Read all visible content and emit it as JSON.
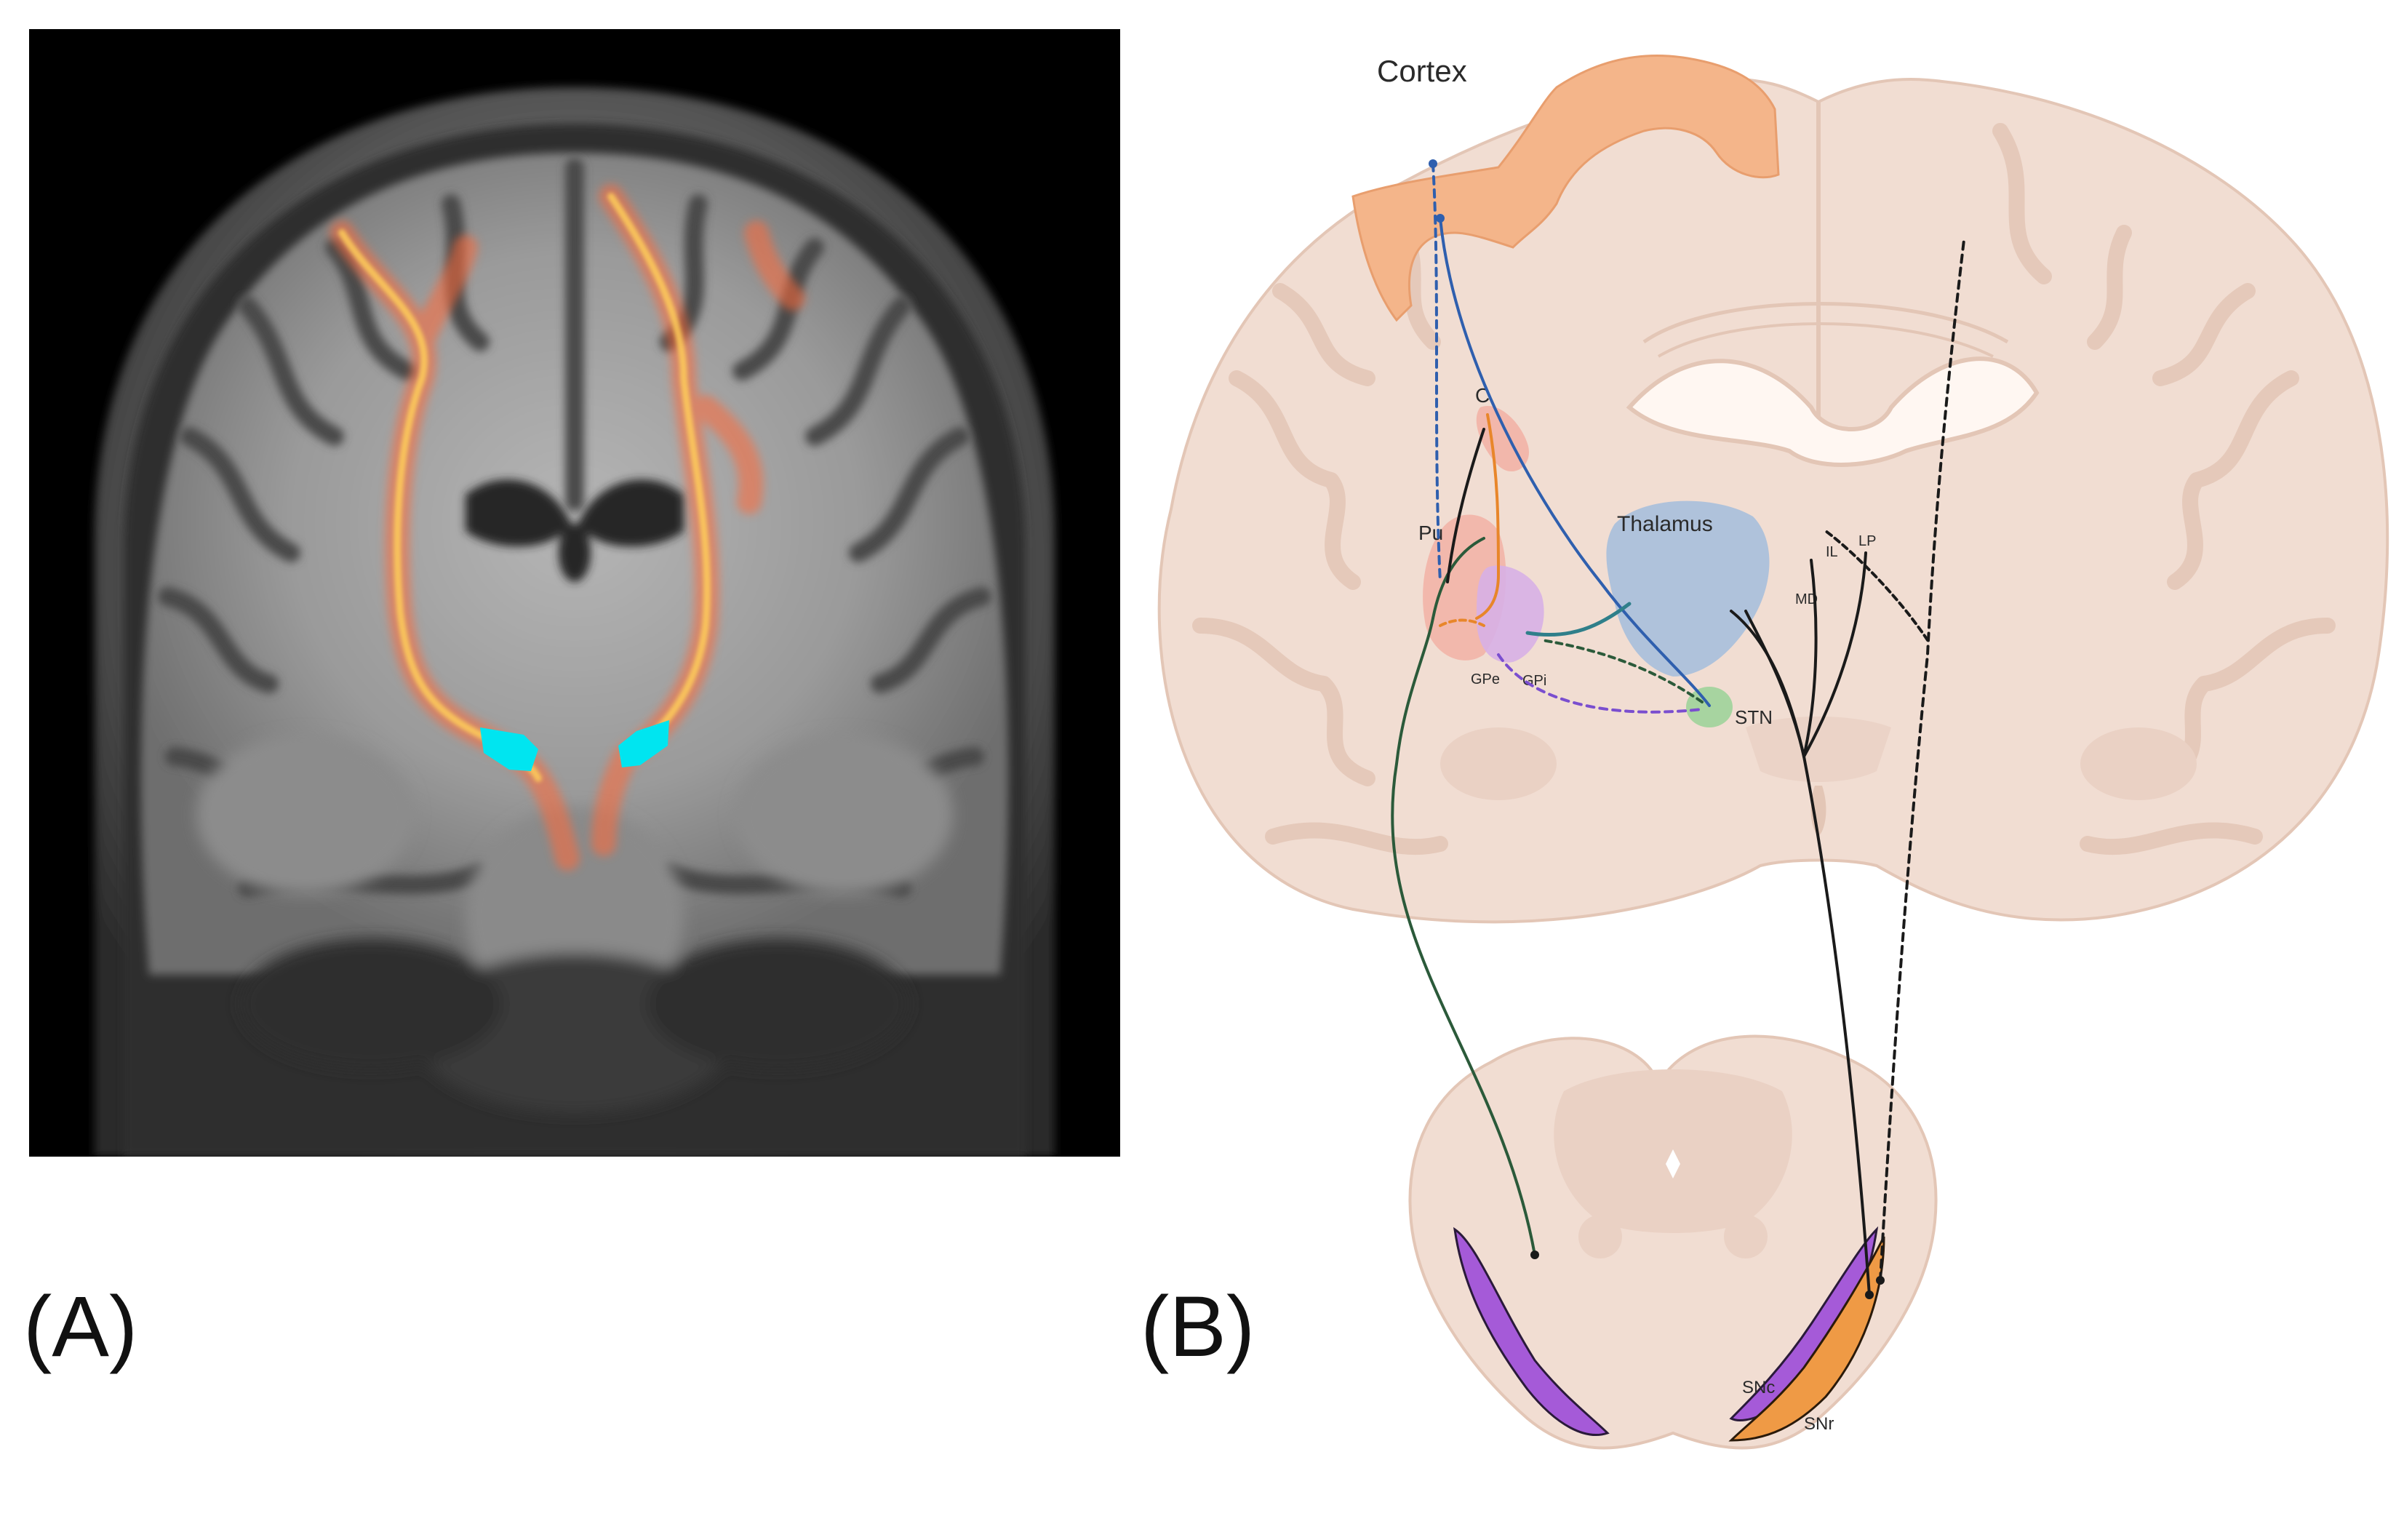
{
  "panel_a": {
    "label": "(A)",
    "colors": {
      "background": "#000000",
      "tract": "#ff7a45",
      "tract_core": "#ffe07a",
      "target": "#00e5f0"
    }
  },
  "panel_b": {
    "label": "(B)",
    "structures": {
      "cortex": "Cortex",
      "caudate": "C",
      "putamen": "Pu",
      "thalamus": "Thalamus",
      "gpe": "GPe",
      "gpi": "GPi",
      "stn": "STN",
      "il": "IL",
      "lp": "LP",
      "md": "MD",
      "snc": "SNc",
      "snr": "SNr"
    },
    "colors": {
      "tissue": "#f1ddd2",
      "tissue_edge": "#e3c6b6",
      "cortex_highlight": "#f4b58a",
      "thalamus": "#a7bfdc",
      "caudate": "#f2b2a6",
      "putamen": "#f2b2a6",
      "globus_pallidus": "#d7b0e6",
      "stn": "#9fd39a",
      "snc": "#a55ad8",
      "snr": "#ef9a45",
      "blue_path": "#2f5fae",
      "orange_path": "#e8862a",
      "purple_path": "#7a4ecf",
      "green_path": "#2b5a3a",
      "teal_path": "#2f7f8a",
      "black_path": "#1a1a1a"
    }
  }
}
